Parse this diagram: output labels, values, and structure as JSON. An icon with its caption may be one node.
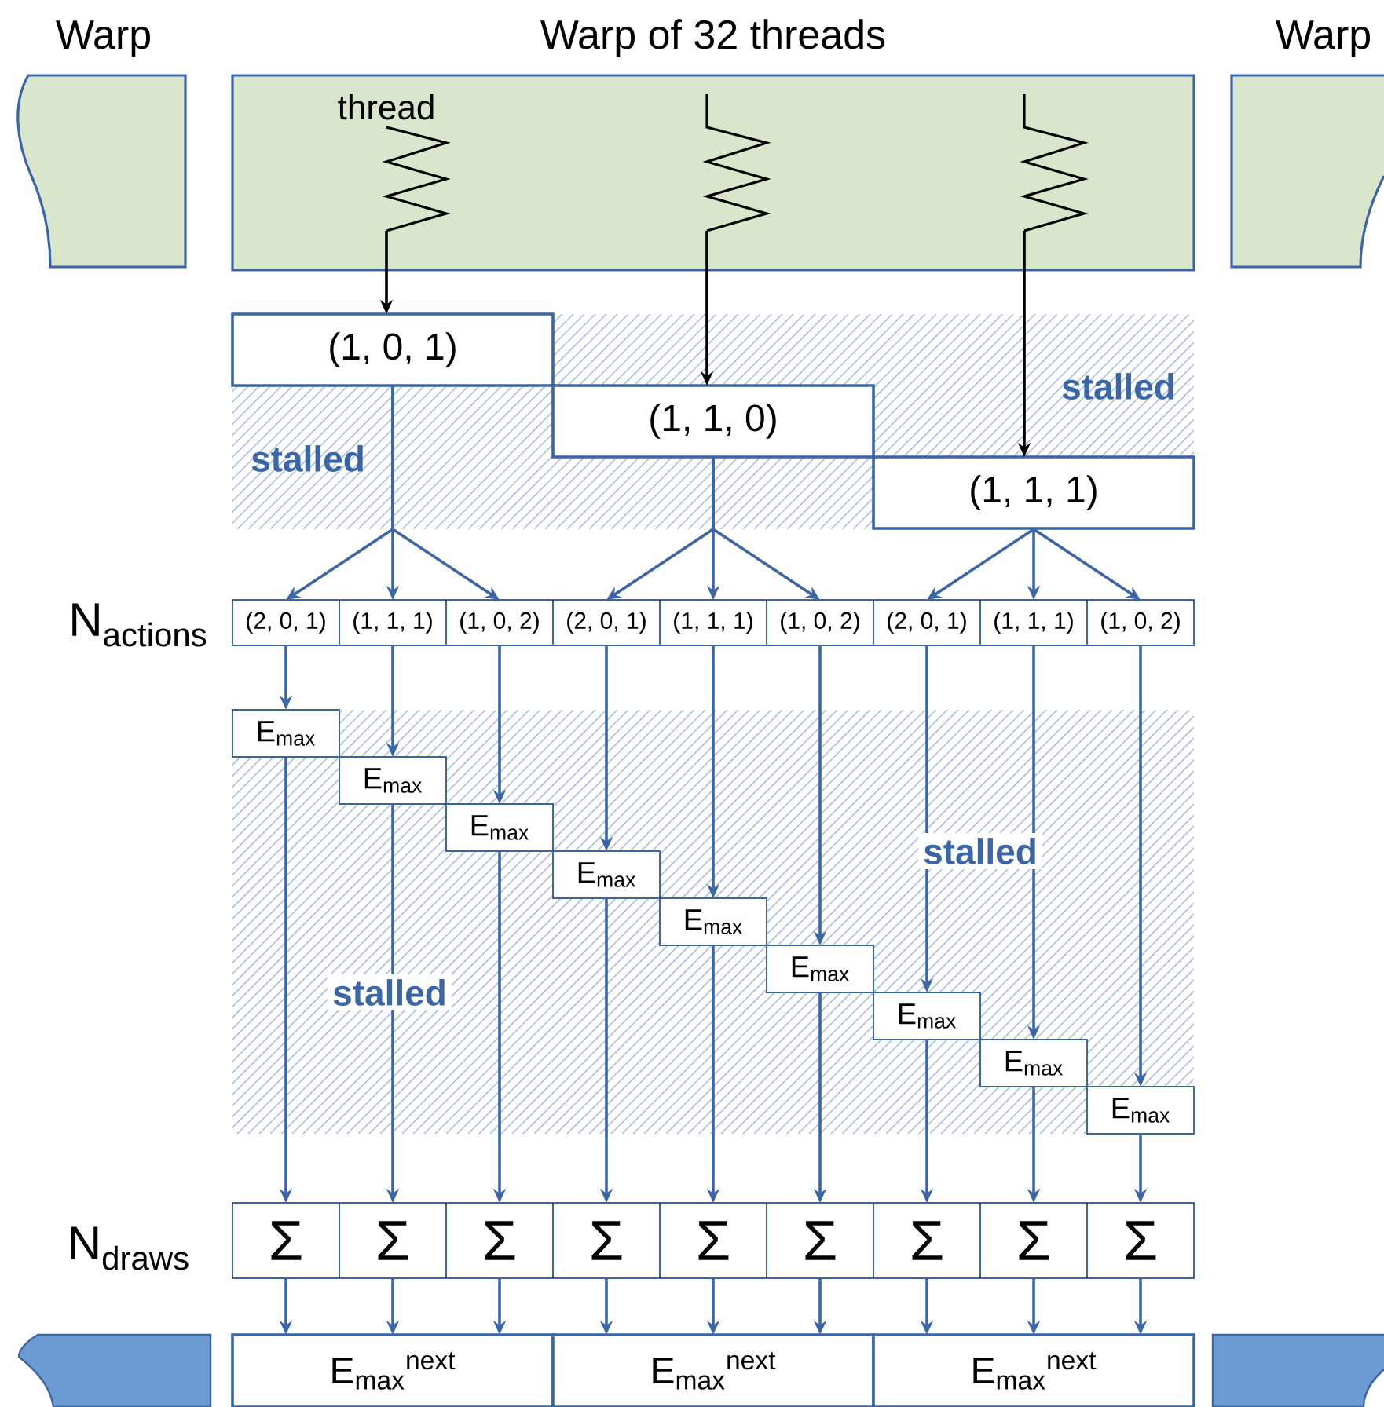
{
  "diagram": {
    "nodes": [
      {
        "text": [
          "Warp"
        ]
      },
      {
        "text": [
          "Warp of 32 threads"
        ]
      },
      {
        "text": [
          "Warp"
        ]
      },
      {
        "text": [
          "thread"
        ],
        "in": 1
      },
      {
        "text": [],
        "shape": "picture",
        "in": 1
      },
      {
        "text": [],
        "shape": "picture",
        "in": 1
      },
      {
        "text": [
          "(1, 0, 1)"
        ]
      },
      {
        "text": [
          "(1, 1, 0)"
        ]
      },
      {
        "text": [
          "(1, 1, 1)"
        ]
      },
      {
        "text": [
          "(2, 0, 1)"
        ]
      },
      {
        "text": [
          "(1, 1, 1)"
        ]
      },
      {
        "text": [
          "(1, 0, 2)"
        ]
      },
      {
        "text": [
          "(2, 0, 1)"
        ]
      },
      {
        "text": [
          "(1, 1, 1)"
        ]
      },
      {
        "text": [
          "(1, 0, 2)"
        ]
      },
      {
        "text": [
          "(2, 0, 1)"
        ]
      },
      {
        "text": [
          "(1, 1, 1)"
        ]
      },
      {
        "text": [
          "(1, 0, 2)"
        ]
      },
      {
        "text": [
          "E$_{max}$"
        ]
      },
      {
        "text": [
          "E$_{max}$"
        ]
      },
      {
        "text": [
          "E$_{max}$"
        ]
      },
      {
        "text": [
          "E$_{max}$"
        ]
      },
      {
        "text": [
          "E$_{max}$"
        ]
      },
      {
        "text": [
          "E$_{max}$"
        ]
      },
      {
        "text": [
          "E$_{max}$"
        ]
      },
      {
        "text": [
          "E$_{max}$"
        ]
      },
      {
        "text": [
          "E$_{max}$"
        ]
      },
      {
        "text": [
          "Σ"
        ]
      },
      {
        "text": [
          "Σ"
        ]
      },
      {
        "text": [
          "Σ"
        ]
      },
      {
        "text": [
          "Σ"
        ]
      },
      {
        "text": [
          "Σ"
        ]
      },
      {
        "text": [
          "Σ"
        ]
      },
      {
        "text": [
          "Σ"
        ]
      },
      {
        "text": [
          "Σ"
        ]
      },
      {
        "text": [
          "Σ"
        ]
      },
      {
        "text": [],
        "shape": "box"
      },
      {
        "text": [
          "E$_{max}$$^{next}$"
        ]
      },
      {
        "text": [
          "E$_{max}$$^{next}$"
        ]
      },
      {
        "text": [
          "E$_{max}$$^{next}$"
        ]
      },
      {
        "text": [],
        "shape": "box"
      }
    ],
    "edges": [
      {
        "from": 3,
        "to": 6,
        "arrow": "to",
        "color": "#000000"
      },
      {
        "from": 4,
        "to": 7,
        "arrow": "to",
        "color": "#000000"
      },
      {
        "from": 5,
        "to": 8,
        "arrow": "to",
        "color": "#000000"
      },
      {
        "from": 6,
        "to": 9,
        "arrow": "to"
      },
      {
        "from": 6,
        "to": 10,
        "arrow": "to"
      },
      {
        "from": 6,
        "to": 11,
        "arrow": "to"
      },
      {
        "from": 7,
        "to": 12,
        "arrow": "to"
      },
      {
        "from": 7,
        "to": 13,
        "arrow": "to"
      },
      {
        "from": 7,
        "to": 14,
        "arrow": "to"
      },
      {
        "from": 8,
        "to": 15,
        "arrow": "to"
      },
      {
        "from": 8,
        "to": 16,
        "arrow": "to"
      },
      {
        "from": 8,
        "to": 17,
        "arrow": "to"
      },
      {
        "from": 9,
        "to": 18,
        "arrow": "to"
      },
      {
        "from": 10,
        "to": 19,
        "arrow": "to"
      },
      {
        "from": 11,
        "to": 20,
        "arrow": "to"
      },
      {
        "from": 12,
        "to": 21,
        "arrow": "to"
      },
      {
        "from": 13,
        "to": 22,
        "arrow": "to"
      },
      {
        "from": 14,
        "to": 23,
        "arrow": "to"
      },
      {
        "from": 15,
        "to": 24,
        "arrow": "to"
      },
      {
        "from": 16,
        "to": 25,
        "arrow": "to"
      },
      {
        "from": 17,
        "to": 26,
        "arrow": "to"
      },
      {
        "from": 18,
        "to": 27,
        "arrow": "to"
      },
      {
        "from": 19,
        "to": 28,
        "arrow": "to"
      },
      {
        "from": 20,
        "to": 29,
        "arrow": "to"
      },
      {
        "from": 21,
        "to": 30,
        "arrow": "to"
      },
      {
        "from": 22,
        "to": 31,
        "arrow": "to"
      },
      {
        "from": 23,
        "to": 32,
        "arrow": "to"
      },
      {
        "from": 24,
        "to": 33,
        "arrow": "to"
      },
      {
        "from": 25,
        "to": 34,
        "arrow": "to"
      },
      {
        "from": 26,
        "to": 35,
        "arrow": "to"
      },
      {
        "from": 27,
        "to": 37,
        "arrow": "to"
      },
      {
        "from": 28,
        "to": 37,
        "arrow": "to"
      },
      {
        "from": 29,
        "to": 37,
        "arrow": "to"
      },
      {
        "from": 30,
        "to": 38,
        "arrow": "to"
      },
      {
        "from": 31,
        "to": 38,
        "arrow": "to"
      },
      {
        "from": 32,
        "to": 38,
        "arrow": "to"
      },
      {
        "from": 33,
        "to": 39,
        "arrow": "to"
      },
      {
        "from": 34,
        "to": 39,
        "arrow": "to"
      },
      {
        "from": 35,
        "to": 39,
        "arrow": "to"
      }
    ],
    "labels": [
      "stalled",
      "stalled",
      "stalled",
      "stalled",
      "N$_{actions}$",
      "N$_{draws}$"
    ]
  }
}
